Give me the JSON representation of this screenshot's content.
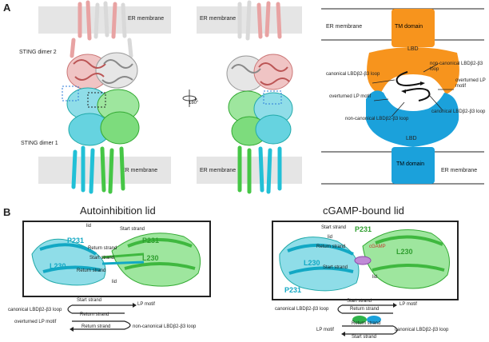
{
  "panel_a": {
    "label": "A",
    "left": {
      "membrane_top": "ER membrane",
      "membrane_bottom": "ER membrane",
      "dimer2": "STING dimer 2",
      "dimer1": "STING dimer 1"
    },
    "middle": {
      "rotation": "180°",
      "membrane_top": "ER membrane",
      "membrane_bottom": "ER membrane"
    },
    "schematic": {
      "er_top": "ER membrane",
      "tm_top": "TM domain",
      "lbd_top": "LBD",
      "noncanon_top": "non-canonical LBDβ2-β3 loop",
      "canon_left": "canonical LBDβ2-β3 loop",
      "overturned_right": "overturned LP motif",
      "overturned_left": "overturned LP motif",
      "canon_right": "canonical LBDβ2-β3 loop",
      "noncanon_bottom": "non-canonical LBDβ2-β3 loop",
      "lbd_bottom": "LBD",
      "tm_bottom": "TM domain",
      "er_bottom": "ER membrane",
      "colors": {
        "orange": "#F7941D",
        "blue": "#1BA1DB"
      }
    }
  },
  "panel_b": {
    "label": "B",
    "left": {
      "title": "Autoinhibition lid",
      "labels": {
        "lid_top": "lid",
        "start_strand": "Start strand",
        "p231_left": "P231",
        "p231_right": "P231",
        "return_strand_mid": "Return strand",
        "start_strand_mid": "Start strand",
        "l230_right": "L230",
        "l230_left": "L230",
        "return_strand_lower": "Return strand",
        "lid_bottom": "lid"
      },
      "diagram": {
        "start_strand": "Start strand",
        "lp_motif": "LP motif",
        "canon_loop": "canonical LBDβ2-β3 loop",
        "return_strand": "Return strand",
        "overturned_lp": "overturned LP motif",
        "return_strand2": "Return strand",
        "noncanon_loop": "non-canonical LBDβ2-β3 loop"
      }
    },
    "right": {
      "title": "cGAMP-bound lid",
      "labels": {
        "start_strand": "Start strand",
        "p231_top": "P231",
        "lid_left": "lid",
        "return_strand": "Return strand",
        "cgamp": "cGAMP",
        "l230_left": "L230",
        "l230_right": "L230",
        "start_strand2": "Start strand",
        "lid_bottom": "lid",
        "p231_bottom": "P231"
      },
      "diagram": {
        "start_strand": "Start strand",
        "lp_motif": "LP motif",
        "canon_loop": "canonical LBDβ2-β3 loop",
        "return_strand": "Return strand",
        "return_strand2": "Return strand",
        "lp_motif2": "LP motif",
        "canon_loop2": "canonical LBDβ2-β3 loop",
        "start_strand2": "Start strand"
      }
    }
  }
}
